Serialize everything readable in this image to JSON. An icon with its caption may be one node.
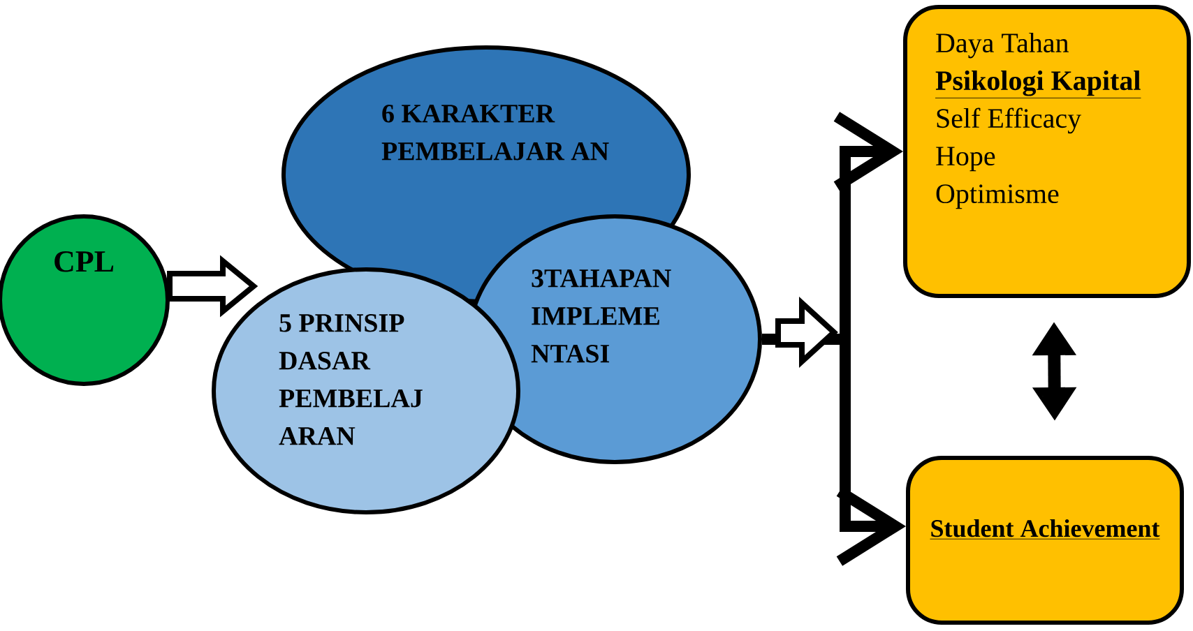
{
  "diagram": {
    "nodes": [
      {
        "text": [
          "CPL"
        ]
      },
      {
        "text": [
          "6 KARAKTER PEMBELAJAR AN"
        ]
      },
      {
        "text": [
          "5 PRINSIP DASAR PEMBELAJ ARAN"
        ]
      },
      {
        "text": [
          "3TAHAPAN IMPLEME NTASI"
        ]
      },
      {
        "text": [
          "Daya Tahan",
          "Psikologi Kapital",
          "Self Efficacy",
          "Hope",
          "Optimisme"
        ]
      },
      {
        "text": [
          "Student Achievement"
        ]
      }
    ],
    "edges": [
      {
        "from": 0,
        "to": 2,
        "arrow": "to"
      },
      {
        "from": 3,
        "to": 4,
        "arrow": "to"
      },
      {
        "from": 3,
        "to": 5,
        "arrow": "to"
      },
      {
        "from": 4,
        "to": 5,
        "arrow": "both"
      }
    ]
  }
}
